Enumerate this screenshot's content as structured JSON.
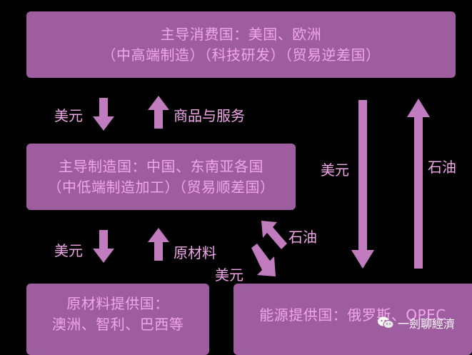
{
  "colors": {
    "background": "#000000",
    "box_fill": "#9e5d9e",
    "text": "#f0a6e8",
    "arrow": "#c07cbf"
  },
  "top_box": {
    "line1": "主导消费国：美国、欧洲",
    "line2": "（中高端制造）（科技研发）（贸易逆差国）"
  },
  "middle_box": {
    "line1": "主导制造国：中国、东南亚各国",
    "line2": "（中低端制造加工）（贸易顺差国）"
  },
  "bottom_left_box": {
    "line1": "原材料提供国：",
    "line2": "澳洲、智利、巴西等"
  },
  "bottom_right_box": {
    "line1": "能源提供国：俄罗斯、OPEC"
  },
  "labels": {
    "usd_1": "美元",
    "goods_services": "商品与服务",
    "usd_2": "美元",
    "raw_materials": "原材料",
    "usd_energy_down": "美元",
    "oil_up": "石油",
    "oil_diag": "石油",
    "usd_diag": "美元"
  },
  "watermark": {
    "icon": "wechat-icon",
    "text": "一劍聊經濟"
  }
}
